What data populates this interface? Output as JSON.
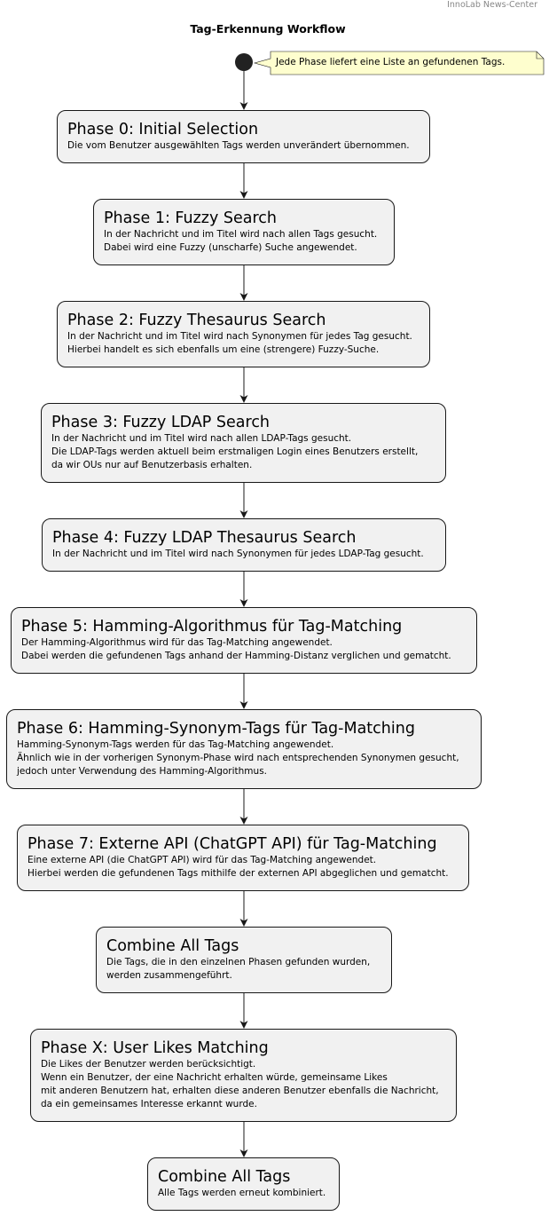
{
  "header": {
    "brand": "InnoLab News-Center"
  },
  "diagram": {
    "title": "Tag-Erkennung Workflow",
    "note": "Jede Phase liefert eine Liste an gefundenen Tags.",
    "nodes": [
      {
        "title": "Phase 0: Initial Selection",
        "lines": [
          "Die vom Benutzer ausgewählten Tags werden unverändert übernommen."
        ]
      },
      {
        "title": "Phase 1: Fuzzy Search",
        "lines": [
          "In der Nachricht und im Titel wird nach allen Tags gesucht.",
          "Dabei wird eine Fuzzy (unscharfe) Suche angewendet."
        ]
      },
      {
        "title": "Phase 2: Fuzzy Thesaurus Search",
        "lines": [
          "In der Nachricht und im Titel wird nach Synonymen für jedes Tag gesucht.",
          "Hierbei handelt es sich ebenfalls um eine (strengere) Fuzzy-Suche."
        ]
      },
      {
        "title": "Phase 3: Fuzzy LDAP Search",
        "lines": [
          "In der Nachricht und im Titel wird nach allen LDAP-Tags gesucht.",
          "Die LDAP-Tags werden aktuell beim erstmaligen Login eines Benutzers erstellt,",
          "da wir OUs nur auf Benutzerbasis erhalten."
        ]
      },
      {
        "title": "Phase 4: Fuzzy LDAP Thesaurus Search",
        "lines": [
          "In der Nachricht und im Titel wird nach Synonymen für jedes LDAP-Tag gesucht."
        ]
      },
      {
        "title": "Phase 5: Hamming-Algorithmus für Tag-Matching",
        "lines": [
          "Der Hamming-Algorithmus wird für das Tag-Matching angewendet.",
          "Dabei werden die gefundenen Tags anhand der Hamming-Distanz verglichen und gematcht."
        ]
      },
      {
        "title": "Phase 6: Hamming-Synonym-Tags für Tag-Matching",
        "lines": [
          "Hamming-Synonym-Tags werden für das Tag-Matching angewendet.",
          "Ähnlich wie in der vorherigen Synonym-Phase wird nach entsprechenden Synonymen gesucht,",
          "jedoch unter Verwendung des Hamming-Algorithmus."
        ]
      },
      {
        "title": "Phase 7: Externe API (ChatGPT API) für Tag-Matching",
        "lines": [
          "Eine externe API (die ChatGPT API) wird für das Tag-Matching angewendet.",
          "Hierbei werden die gefundenen Tags mithilfe der externen API abgeglichen und gematcht."
        ]
      },
      {
        "title": "Combine All Tags",
        "lines": [
          "Die Tags, die in den einzelnen Phasen gefunden wurden,",
          "werden zusammengeführt."
        ]
      },
      {
        "title": "Phase X: User Likes Matching",
        "lines": [
          "Die Likes der Benutzer werden berücksichtigt.",
          "Wenn ein Benutzer, der eine Nachricht erhalten würde, gemeinsame Likes",
          "mit anderen Benutzern hat, erhalten diese anderen Benutzer ebenfalls die Nachricht,",
          "da ein gemeinsames Interesse erkannt wurde."
        ]
      },
      {
        "title": "Combine All Tags",
        "lines": [
          "Alle Tags werden erneut kombiniert."
        ]
      }
    ]
  }
}
